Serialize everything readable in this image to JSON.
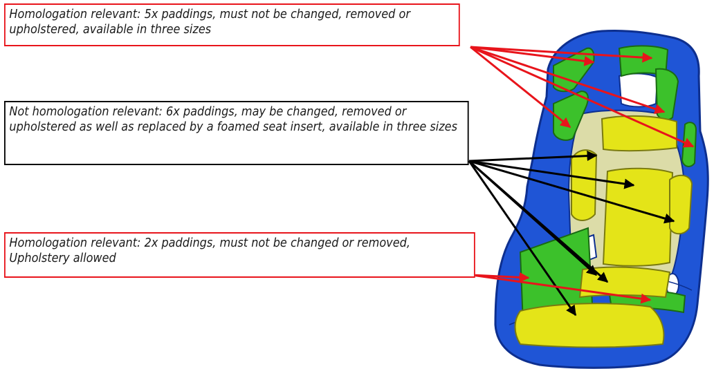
{
  "callouts": {
    "upper_red": {
      "text": "Homologation relevant: 5x paddings, must not be changed, removed or upholstered, available in three sizes",
      "color": "#e8141b"
    },
    "middle_black": {
      "text": "Not homologation relevant: 6x paddings, may be changed, removed or upholstered as well as replaced by a foamed seat insert, available in three sizes",
      "color": "#000000"
    },
    "lower_red": {
      "text": "Homologation relevant: 2x paddings, must not be changed or removed, Upholstery allowed",
      "color": "#e8141b"
    }
  },
  "seat": {
    "shell_color": "#1f55d6",
    "shell_outline": "#0d2f8f",
    "green_padding_color": "#3cc12b",
    "yellow_padding_color": "#e4e418",
    "inner_color": "#dcdca8"
  }
}
